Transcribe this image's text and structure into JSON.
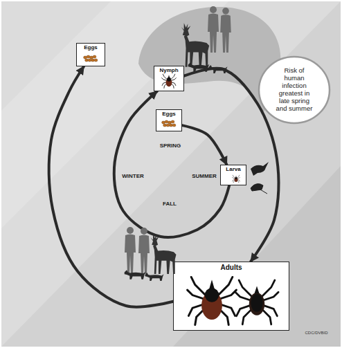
{
  "diagram": {
    "nodes": [
      {
        "text": [
          "Eggs"
        ]
      },
      {
        "text": [
          "Nymph"
        ]
      },
      {
        "text": [
          "Risk of human infection greatest in late spring and summer"
        ]
      },
      {
        "text": [
          "Eggs"
        ]
      },
      {
        "text": [
          "Larva"
        ]
      },
      {
        "text": [
          "Adults"
        ]
      }
    ],
    "edges": [
      {
        "from": 3,
        "to": 4,
        "arrow": "to"
      },
      {
        "from": 4,
        "to": 1,
        "arrow": "to"
      },
      {
        "from": 1,
        "to": 5,
        "arrow": "to"
      },
      {
        "from": 5,
        "to": 0,
        "arrow": "to"
      }
    ],
    "labels": [
      "SPRING",
      "WINTER",
      "SUMMER",
      "FALL",
      "CDC/DVBID"
    ]
  }
}
